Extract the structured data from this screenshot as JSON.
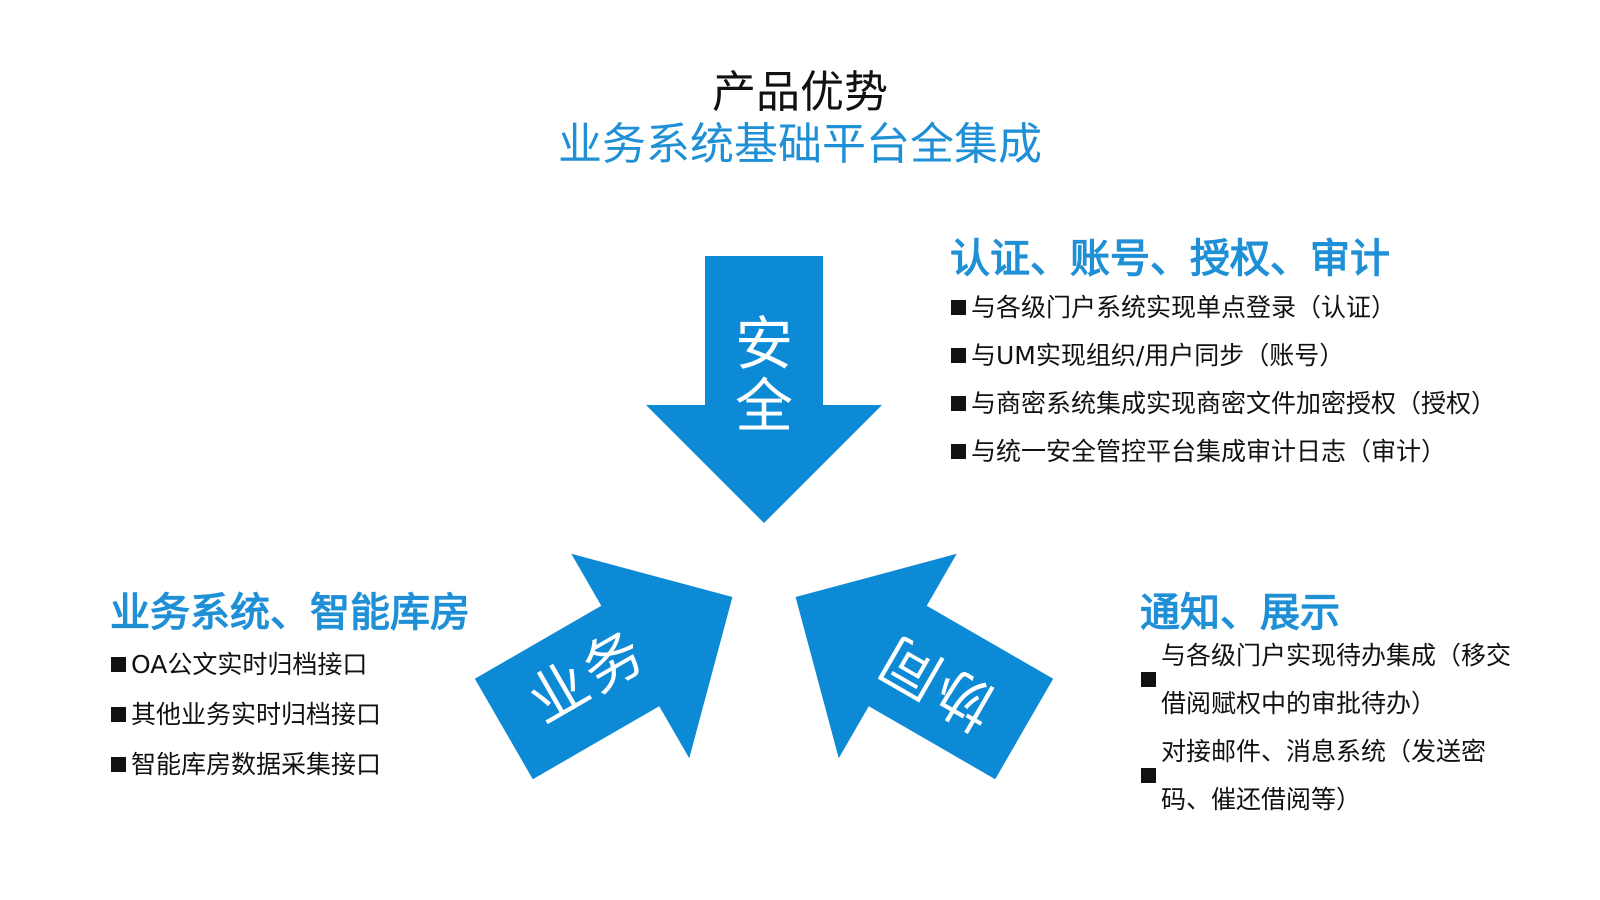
{
  "title": "产品优势",
  "subtitle": "业务系统基础平台全集成",
  "colors": {
    "accent": "#1f8fd6",
    "arrow": "#0d8ad6",
    "text": "#111111"
  },
  "arrows": {
    "security": [
      "安",
      "全"
    ],
    "business": [
      "业",
      "务"
    ],
    "collaboration": [
      "协",
      "同"
    ]
  },
  "sections": {
    "security": {
      "heading": "认证、账号、授权、审计",
      "items": [
        "与各级门户系统实现单点登录（认证）",
        "与UM实现组织/用户同步（账号）",
        "与商密系统集成实现商密文件加密授权（授权）",
        "与统一安全管控平台集成审计日志（审计）"
      ]
    },
    "business": {
      "heading": "业务系统、智能库房",
      "items": [
        "OA公文实时归档接口",
        "其他业务实时归档接口",
        "智能库房数据采集接口"
      ]
    },
    "notify": {
      "heading": "通知、展示",
      "items": [
        "与各级门户实现待办集成（移交借阅赋权中的审批待办）",
        "对接邮件、消息系统（发送密码、催还借阅等）"
      ]
    }
  }
}
